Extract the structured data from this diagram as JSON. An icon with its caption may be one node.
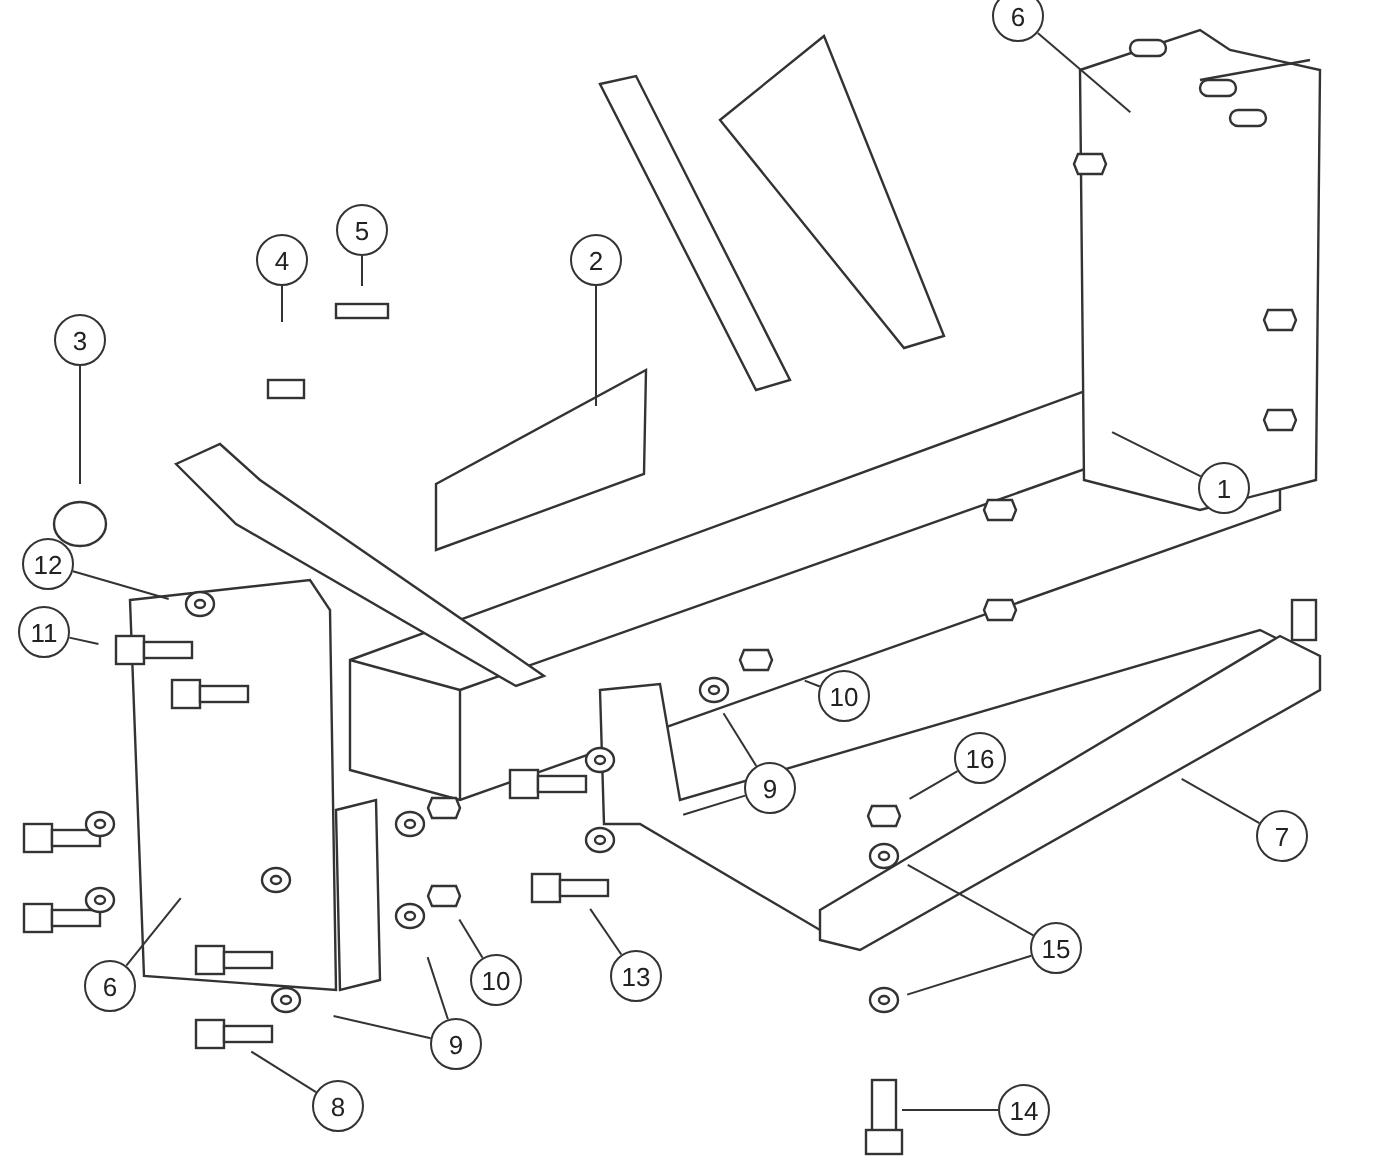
{
  "diagram": {
    "nodes": [
      {
        "text": [
          "6"
        ]
      },
      {
        "text": [
          "5"
        ]
      },
      {
        "text": [
          "4"
        ]
      },
      {
        "text": [
          "2"
        ]
      },
      {
        "text": [
          "3"
        ]
      },
      {
        "text": [
          "1"
        ]
      },
      {
        "text": [
          "12"
        ]
      },
      {
        "text": [
          "11"
        ]
      },
      {
        "text": [
          "10"
        ]
      },
      {
        "text": [
          "9"
        ]
      },
      {
        "text": [
          "16"
        ]
      },
      {
        "text": [
          "7"
        ]
      },
      {
        "text": [
          "13"
        ]
      },
      {
        "text": [
          "15"
        ]
      },
      {
        "text": [
          "10"
        ]
      },
      {
        "text": [
          "6"
        ]
      },
      {
        "text": [
          "9"
        ]
      },
      {
        "text": [
          "14"
        ]
      },
      {
        "text": [
          "8"
        ]
      }
    ],
    "edges": [
      {
        "from": 0,
        "to": null,
        "arrow": "none"
      },
      {
        "from": 1,
        "to": null,
        "arrow": "none"
      },
      {
        "from": 2,
        "to": null,
        "arrow": "none"
      },
      {
        "from": 3,
        "to": null,
        "arrow": "none"
      },
      {
        "from": 4,
        "to": null,
        "arrow": "none"
      },
      {
        "from": 5,
        "to": null,
        "arrow": "none"
      },
      {
        "from": 6,
        "to": null,
        "arrow": "none"
      },
      {
        "from": 7,
        "to": null,
        "arrow": "none"
      },
      {
        "from": 8,
        "to": null,
        "arrow": "none"
      },
      {
        "from": 9,
        "to": null,
        "arrow": "none"
      },
      {
        "from": 9,
        "to": null,
        "arrow": "none"
      },
      {
        "from": 10,
        "to": null,
        "arrow": "none"
      },
      {
        "from": 11,
        "to": null,
        "arrow": "none"
      },
      {
        "from": 12,
        "to": null,
        "arrow": "none"
      },
      {
        "from": 13,
        "to": null,
        "arrow": "none"
      },
      {
        "from": 13,
        "to": null,
        "arrow": "none"
      },
      {
        "from": 14,
        "to": null,
        "arrow": "none"
      },
      {
        "from": 15,
        "to": null,
        "arrow": "none"
      },
      {
        "from": 16,
        "to": null,
        "arrow": "none"
      },
      {
        "from": 16,
        "to": null,
        "arrow": "none"
      },
      {
        "from": 17,
        "to": null,
        "arrow": "none"
      },
      {
        "from": 18,
        "to": null,
        "arrow": "none"
      }
    ]
  }
}
